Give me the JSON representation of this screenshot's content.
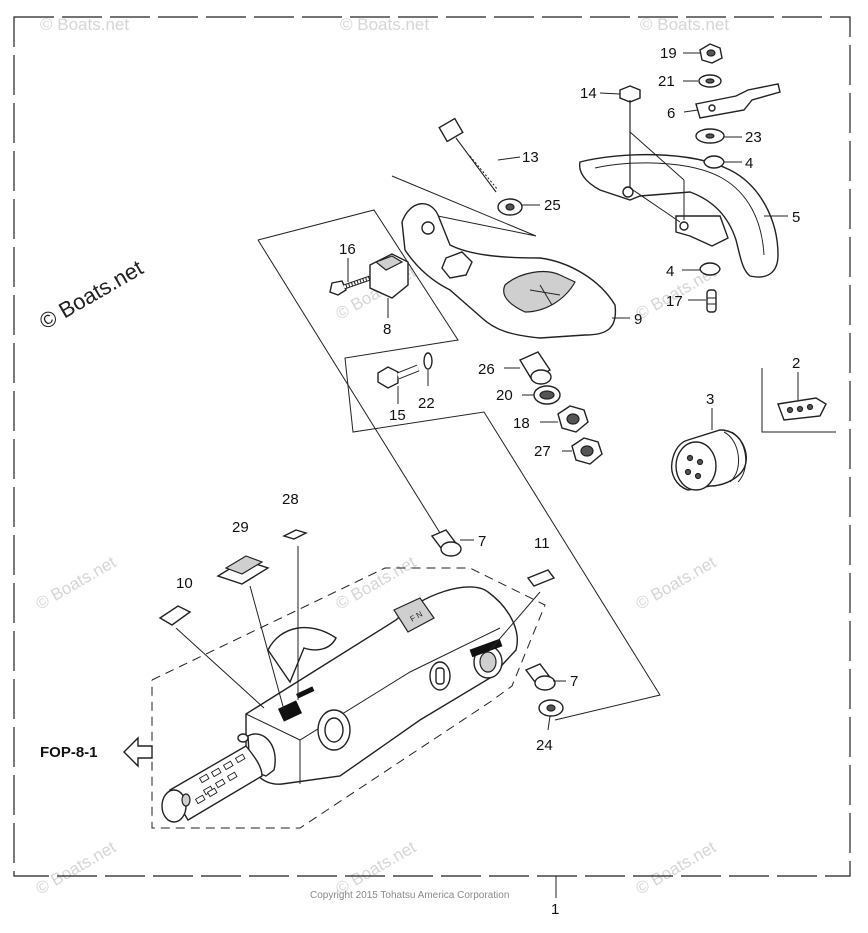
{
  "diagram": {
    "watermark_text": "© Boats.net",
    "copyright": "Copyright 2015 Tohatsu America Corporation",
    "reference_label": "FOP-8-1",
    "assembly_callout": "1",
    "callouts": {
      "c2": "2",
      "c3": "3",
      "c4a": "4",
      "c4b": "4",
      "c5": "5",
      "c6": "6",
      "c7a": "7",
      "c7b": "7",
      "c8": "8",
      "c9": "9",
      "c10": "10",
      "c11": "11",
      "c13": "13",
      "c14": "14",
      "c15": "15",
      "c16": "16",
      "c17": "17",
      "c18": "18",
      "c19": "19",
      "c20": "20",
      "c21": "21",
      "c22": "22",
      "c23": "23",
      "c24": "24",
      "c25": "25",
      "c26": "26",
      "c27": "27",
      "c28": "28",
      "c29": "29"
    }
  }
}
